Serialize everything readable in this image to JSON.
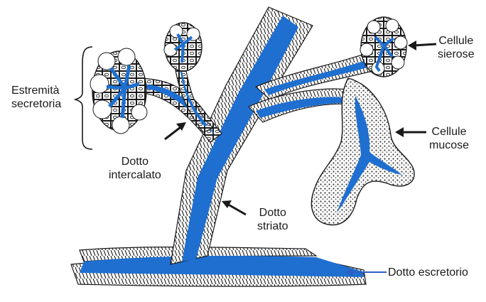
{
  "colors": {
    "lumen": "#1e6fd0",
    "ink": "#1a1a1a",
    "wall": "#ffffff",
    "mucous_texture": "#6a6a6a",
    "excretory_arrow": "#2b5fc4"
  },
  "labels": {
    "estremita": [
      "Estremità",
      "secretoria"
    ],
    "dotto_intercalato": [
      "Dotto",
      "intercalato"
    ],
    "dotto_striato": [
      "Dotto",
      "striato"
    ],
    "cellule_sierose": [
      "Cellule",
      "sierose"
    ],
    "cellule_mucose": [
      "Cellule",
      "mucose"
    ],
    "dotto_escretorio": "Dotto escretorio"
  }
}
